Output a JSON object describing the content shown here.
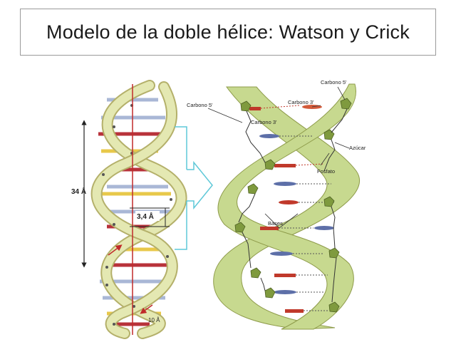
{
  "title": "Modelo de la doble hélice: Watson y Crick",
  "left_diagram": {
    "height_label": "34 Å",
    "rise_label": "3,4 Å",
    "width_label": "10 Å"
  },
  "right_diagram": {
    "labels": {
      "carbono5_top": "Carbono 5'",
      "carbono5_left": "Carbono 5'",
      "carbono3_right": "Carbono 3'",
      "carbono3_left": "Carbono 3'",
      "azucar": "Azúcar",
      "fosfato": "Fosfato",
      "bases": "Bases"
    }
  },
  "colors": {
    "backbone_fill": "#dfe3a6",
    "backbone_stroke": "#b4b06a",
    "base_red": "#b8323a",
    "base_yellow": "#e8c84a",
    "base_blue": "#a9b7d6",
    "ribbon_green": "#c7d98f",
    "sugar_green": "#7f9a3e",
    "connector_cyan": "#5ec8d8"
  }
}
